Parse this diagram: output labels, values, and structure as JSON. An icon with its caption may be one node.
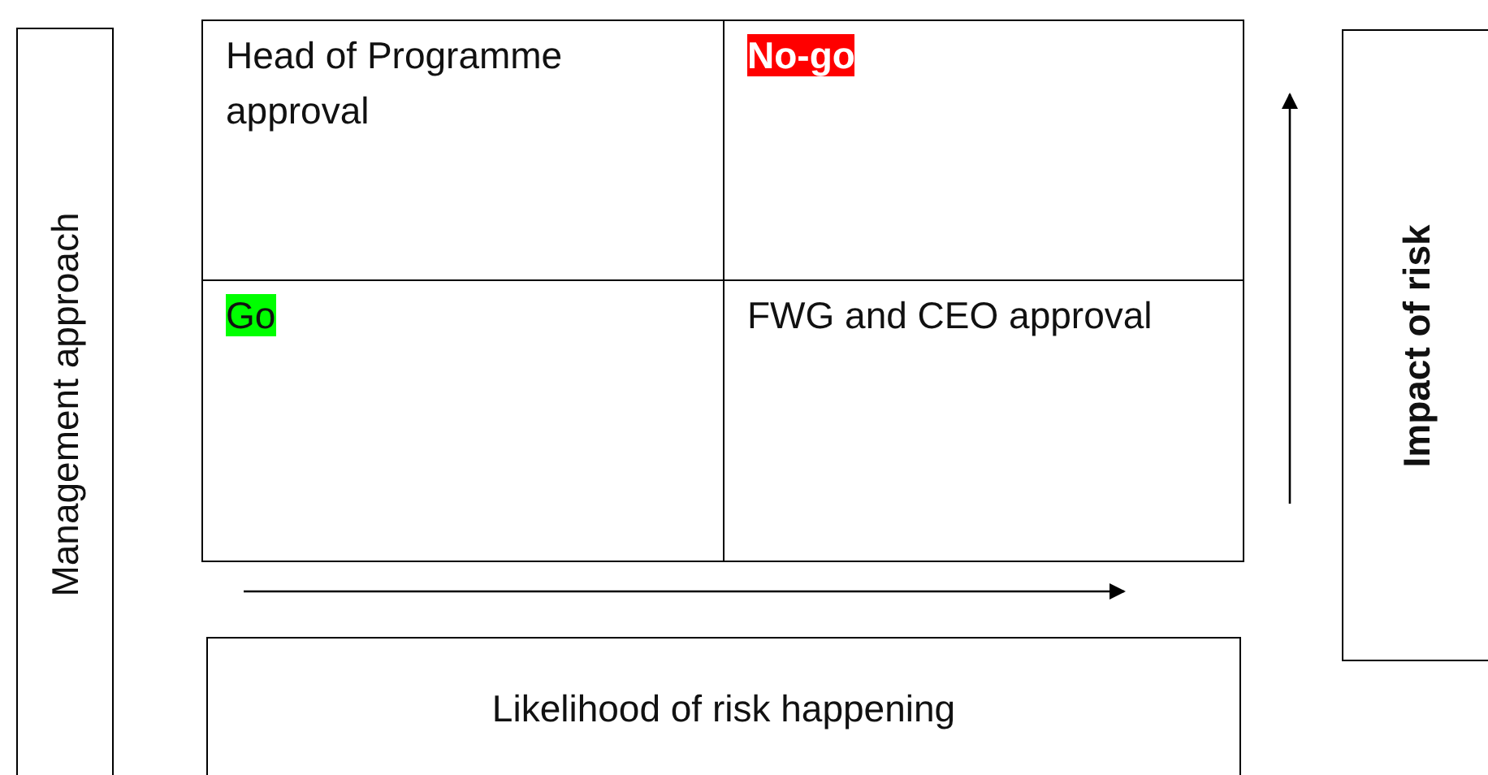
{
  "diagram": {
    "nodes": [
      {
        "text": [
          "Management approach"
        ]
      },
      {
        "text": [
          "Head of Programme approval"
        ]
      },
      {
        "text": [
          "No-go"
        ]
      },
      {
        "text": [
          "Go"
        ]
      },
      {
        "text": [
          "FWG and CEO approval"
        ]
      },
      {
        "text": [
          "Likelihood of risk happening"
        ]
      },
      {
        "text": [
          "Impact of risk"
        ]
      }
    ]
  }
}
